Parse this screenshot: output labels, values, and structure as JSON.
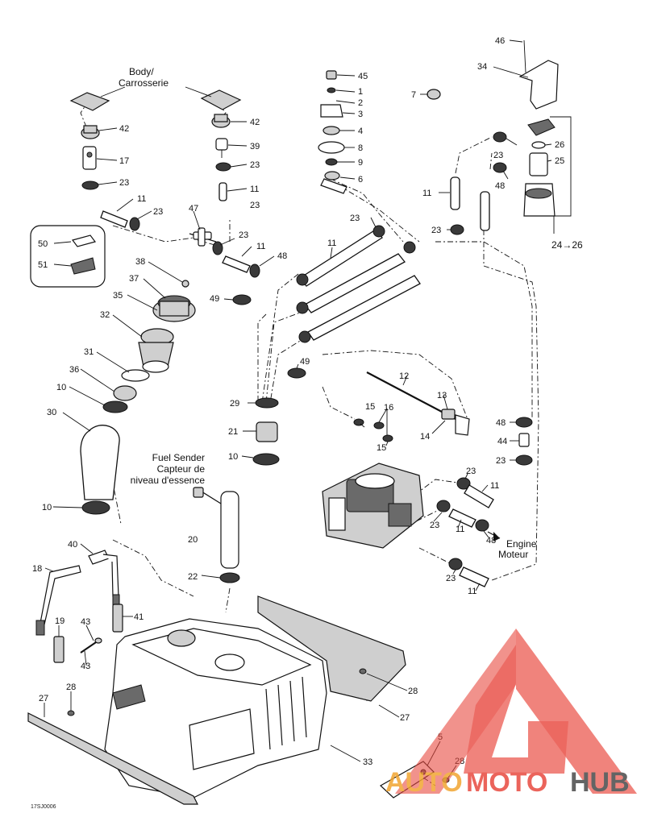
{
  "diagram": {
    "texts": {
      "body_en": "Body/",
      "body_fr": "Carrosserie",
      "fuel_sender_en": "Fuel Sender",
      "fuel_sender_fr1": "Capteur de",
      "fuel_sender_fr2": "niveau d'essence",
      "engine_en": "Engine",
      "engine_fr": "Moteur",
      "range_24_26": "24→26",
      "code": "17SJ0006"
    },
    "callouts": [
      {
        "id": "c46",
        "num": "46"
      },
      {
        "id": "c34",
        "num": "34"
      },
      {
        "id": "c7",
        "num": "7"
      },
      {
        "id": "c45",
        "num": "45"
      },
      {
        "id": "c1",
        "num": "1"
      },
      {
        "id": "c2",
        "num": "2"
      },
      {
        "id": "c3",
        "num": "3"
      },
      {
        "id": "c4",
        "num": "4"
      },
      {
        "id": "c8",
        "num": "8"
      },
      {
        "id": "c9",
        "num": "9"
      },
      {
        "id": "c6",
        "num": "6"
      },
      {
        "id": "c42a",
        "num": "42"
      },
      {
        "id": "c17",
        "num": "17"
      },
      {
        "id": "c23a",
        "num": "23"
      },
      {
        "id": "c11a",
        "num": "11"
      },
      {
        "id": "c23b",
        "num": "23"
      },
      {
        "id": "c47",
        "num": "47"
      },
      {
        "id": "c42b",
        "num": "42"
      },
      {
        "id": "c39",
        "num": "39"
      },
      {
        "id": "c23c",
        "num": "23"
      },
      {
        "id": "c11b",
        "num": "11"
      },
      {
        "id": "c23d",
        "num": "23"
      },
      {
        "id": "c26",
        "num": "26"
      },
      {
        "id": "c23e",
        "num": "23"
      },
      {
        "id": "c25",
        "num": "25"
      },
      {
        "id": "c48a",
        "num": "48"
      },
      {
        "id": "c11c",
        "num": "11"
      },
      {
        "id": "c23f",
        "num": "23"
      },
      {
        "id": "c23g",
        "num": "23"
      },
      {
        "id": "c50",
        "num": "50"
      },
      {
        "id": "c51",
        "num": "51"
      },
      {
        "id": "c23h",
        "num": "23"
      },
      {
        "id": "c11d",
        "num": "11"
      },
      {
        "id": "c48b",
        "num": "48"
      },
      {
        "id": "c11e",
        "num": "11"
      },
      {
        "id": "c38",
        "num": "38"
      },
      {
        "id": "c37",
        "num": "37"
      },
      {
        "id": "c35",
        "num": "35"
      },
      {
        "id": "c49a",
        "num": "49"
      },
      {
        "id": "c32",
        "num": "32"
      },
      {
        "id": "c31",
        "num": "31"
      },
      {
        "id": "c49b",
        "num": "49"
      },
      {
        "id": "c36",
        "num": "36"
      },
      {
        "id": "c10a",
        "num": "10"
      },
      {
        "id": "c12",
        "num": "12"
      },
      {
        "id": "c13",
        "num": "13"
      },
      {
        "id": "c29",
        "num": "29"
      },
      {
        "id": "c15a",
        "num": "15"
      },
      {
        "id": "c16",
        "num": "16"
      },
      {
        "id": "c30",
        "num": "30"
      },
      {
        "id": "c14",
        "num": "14"
      },
      {
        "id": "c15b",
        "num": "15"
      },
      {
        "id": "c48c",
        "num": "48"
      },
      {
        "id": "c21",
        "num": "21"
      },
      {
        "id": "c44",
        "num": "44"
      },
      {
        "id": "c10b",
        "num": "10"
      },
      {
        "id": "c23i",
        "num": "23"
      },
      {
        "id": "c23j",
        "num": "23"
      },
      {
        "id": "c11f",
        "num": "11"
      },
      {
        "id": "c10c",
        "num": "10"
      },
      {
        "id": "c23k",
        "num": "23"
      },
      {
        "id": "c11g",
        "num": "11"
      },
      {
        "id": "c48d",
        "num": "48"
      },
      {
        "id": "c40",
        "num": "40"
      },
      {
        "id": "c20",
        "num": "20"
      },
      {
        "id": "c18",
        "num": "18"
      },
      {
        "id": "c22",
        "num": "22"
      },
      {
        "id": "c23l",
        "num": "23"
      },
      {
        "id": "c11h",
        "num": "11"
      },
      {
        "id": "c41",
        "num": "41"
      },
      {
        "id": "c19",
        "num": "19"
      },
      {
        "id": "c43a",
        "num": "43"
      },
      {
        "id": "c43b",
        "num": "43"
      },
      {
        "id": "c28a",
        "num": "28"
      },
      {
        "id": "c28b",
        "num": "28"
      },
      {
        "id": "c27a",
        "num": "27"
      },
      {
        "id": "c27b",
        "num": "27"
      },
      {
        "id": "c33",
        "num": "33"
      },
      {
        "id": "c5",
        "num": "5"
      },
      {
        "id": "c28c",
        "num": "28"
      }
    ]
  },
  "watermark": {
    "auto": "AUTO",
    "moto": "MOTO",
    "hub": "HUB",
    "color_red": "#e8493f",
    "color_orange": "#f2a531",
    "color_gray": "#4a4a4a"
  }
}
